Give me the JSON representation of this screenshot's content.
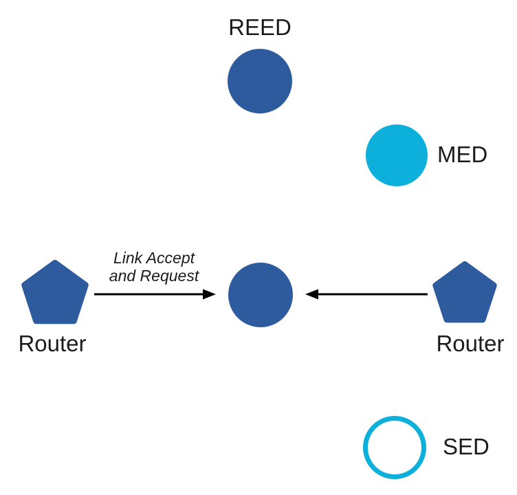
{
  "diagram": {
    "title": "",
    "palette": {
      "node_blue": "#2d5b9e",
      "node_cyan": "#0cb0db",
      "arrow_black": "#000000",
      "text": "#1b1b1b",
      "background": "#ffffff"
    },
    "nodes": {
      "reed": {
        "label": "REED",
        "shape": "circle",
        "fill": "#2d5b9e",
        "label_position": "above"
      },
      "med": {
        "label": "MED",
        "shape": "circle",
        "fill": "#0cb0db",
        "label_position": "right"
      },
      "center_node": {
        "label": "",
        "shape": "circle",
        "fill": "#2d5b9e"
      },
      "router_left": {
        "label": "Router",
        "shape": "pentagon",
        "fill": "#2d5b9e",
        "label_position": "below"
      },
      "router_right": {
        "label": "Router",
        "shape": "pentagon",
        "fill": "#2d5b9e",
        "label_position": "below"
      },
      "sed": {
        "label": "SED",
        "shape": "circle-outline",
        "stroke": "#0cb0db",
        "label_position": "right"
      }
    },
    "edges": {
      "left_arrow": {
        "from": "router_left",
        "to": "center_node",
        "direction": "right",
        "label_line1": "Link Accept",
        "label_line2": "and Request"
      },
      "right_arrow": {
        "from": "router_right",
        "to": "center_node",
        "direction": "left",
        "label_line1": "",
        "label_line2": ""
      }
    }
  }
}
